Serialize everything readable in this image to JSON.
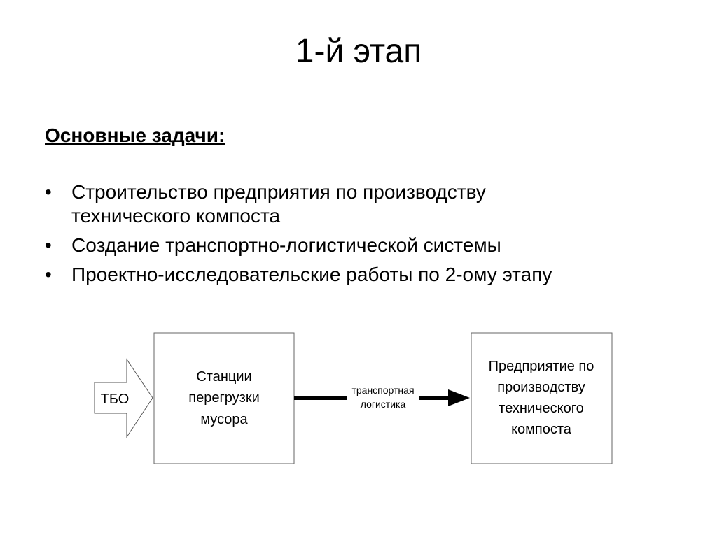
{
  "slide": {
    "title": "1-й этап",
    "subtitle": "Основные задачи:",
    "tasks": [
      {
        "lines": [
          "Строительство предприятия по производству",
          "технического компоста"
        ]
      },
      {
        "lines": [
          "Создание транспортно-логистической системы"
        ]
      },
      {
        "lines": [
          "Проектно-исследовательские работы по 2-ому этапу"
        ]
      }
    ],
    "bullet_char": "•"
  },
  "diagram": {
    "input_label": "ТБО",
    "station_lines": [
      "Станции",
      "перегрузки",
      "мусора"
    ],
    "link_lines": [
      "транспортная",
      "логистика"
    ],
    "plant_lines": [
      "Предприятие по",
      "производству",
      "технического",
      "компоста"
    ]
  }
}
